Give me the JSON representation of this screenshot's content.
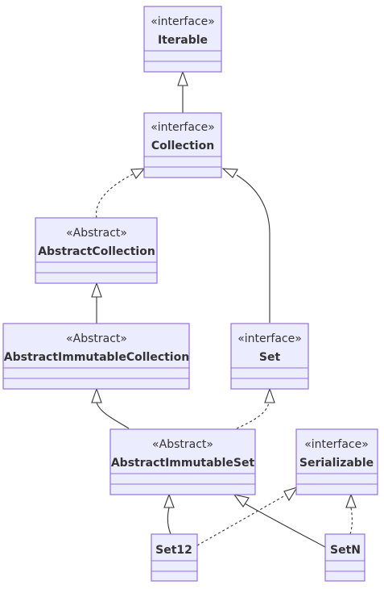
{
  "classes": [
    {
      "id": "iterable",
      "stereotype": "«interface»",
      "name": "Iterable"
    },
    {
      "id": "collection",
      "stereotype": "«interface»",
      "name": "Collection"
    },
    {
      "id": "abstractcollection",
      "stereotype": "«Abstract»",
      "name": "AbstractCollection"
    },
    {
      "id": "abstractimmutablecollection",
      "stereotype": "«Abstract»",
      "name": "AbstractImmutableCollection"
    },
    {
      "id": "set",
      "stereotype": "«interface»",
      "name": "Set"
    },
    {
      "id": "abstractimmutableset",
      "stereotype": "«Abstract»",
      "name": "AbstractImmutableSet"
    },
    {
      "id": "serializable",
      "stereotype": "«interface»",
      "name": "Serializable"
    },
    {
      "id": "set12",
      "stereotype": "",
      "name": "Set12"
    },
    {
      "id": "setn",
      "stereotype": "",
      "name": "SetN"
    }
  ],
  "relations": [
    {
      "from": "collection",
      "to": "iterable",
      "kind": "inheritance"
    },
    {
      "from": "abstractcollection",
      "to": "collection",
      "kind": "realization"
    },
    {
      "from": "set",
      "to": "collection",
      "kind": "inheritance"
    },
    {
      "from": "abstractimmutablecollection",
      "to": "abstractcollection",
      "kind": "inheritance"
    },
    {
      "from": "abstractimmutableset",
      "to": "abstractimmutablecollection",
      "kind": "inheritance"
    },
    {
      "from": "abstractimmutableset",
      "to": "set",
      "kind": "realization"
    },
    {
      "from": "set12",
      "to": "abstractimmutableset",
      "kind": "inheritance"
    },
    {
      "from": "setn",
      "to": "abstractimmutableset",
      "kind": "inheritance"
    },
    {
      "from": "set12",
      "to": "serializable",
      "kind": "realization"
    },
    {
      "from": "setn",
      "to": "serializable",
      "kind": "realization"
    }
  ]
}
